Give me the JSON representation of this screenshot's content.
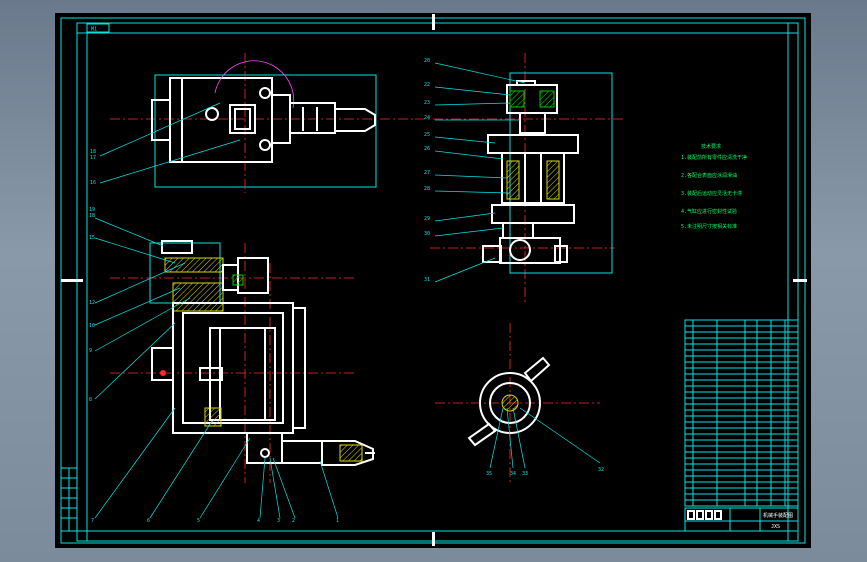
{
  "sheet": {
    "corner_tag": "M1"
  },
  "top_view_labels": [
    "18",
    "17",
    "16"
  ],
  "side_view_labels": [
    "19",
    "18",
    "15",
    "12",
    "10",
    "9",
    "8",
    "7",
    "6",
    "5",
    "4",
    "3",
    "2",
    "1"
  ],
  "section_view_labels": [
    "20",
    "22",
    "23",
    "24",
    "25",
    "26",
    "27",
    "28",
    "29",
    "30",
    "31"
  ],
  "bottom_view_labels": [
    "35",
    "34",
    "33",
    "32"
  ],
  "technical_requirements": {
    "title": "技术要求",
    "lines": [
      "1.装配前所有零件应清洗干净",
      "2.各配合表面应涂润滑油",
      "3.装配后运动应灵活无卡滞",
      "4.气缸应进行密封性试验",
      "5.未注明尺寸按相关标准"
    ]
  },
  "title_block": {
    "drawing_name": "机械手装配图",
    "code": "JXS"
  },
  "colors": {
    "outline": "#ffffff",
    "construction": "#00e5e5",
    "centerline": "#ff2a2a",
    "hatch_yellow": "#d8d800",
    "hatch_green": "#00c800",
    "text_green": "#00ff66"
  }
}
